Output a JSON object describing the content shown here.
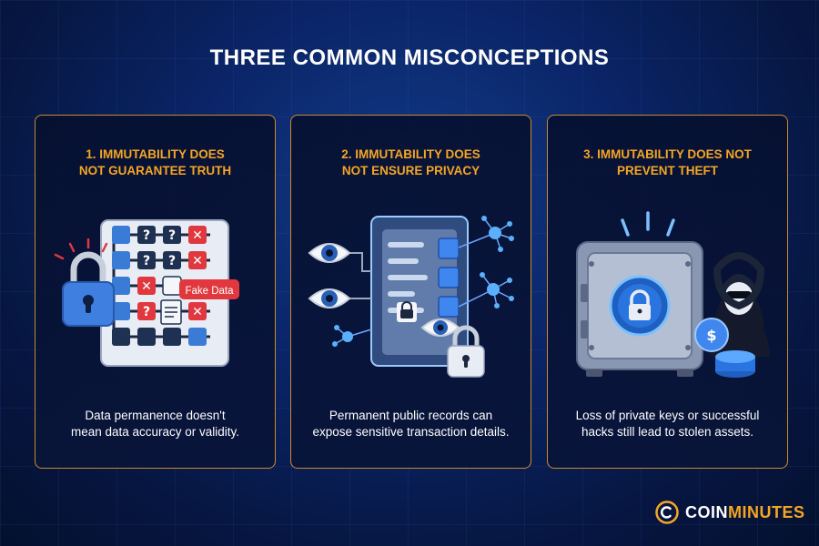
{
  "title": "THREE COMMON MISCONCEPTIONS",
  "cards": [
    {
      "heading_line1": "1. IMMUTABILITY DOES",
      "heading_line2": "NOT GUARANTEE TRUTH",
      "body_line1": "Data permanence doesn't",
      "body_line2": "mean data accuracy or validity.",
      "tag": "Fake Data"
    },
    {
      "heading_line1": "2. IMMUTABILITY DOES",
      "heading_line2": "NOT ENSURE PRIVACY",
      "body_line1": "Permanent public records can",
      "body_line2": "expose sensitive transaction details."
    },
    {
      "heading_line1": "3. IMMUTABILITY DOES NOT",
      "heading_line2": "PREVENT THEFT",
      "body_line1": "Loss of private keys or successful",
      "body_line2": "hacks still lead to stolen assets."
    }
  ],
  "brand": {
    "coin": "COIN",
    "minutes": "MINUTES",
    "accent": "#f5a623"
  },
  "colors": {
    "card_border": "#c98a2e",
    "heading": "#f5a623",
    "background": "#0a2466"
  }
}
